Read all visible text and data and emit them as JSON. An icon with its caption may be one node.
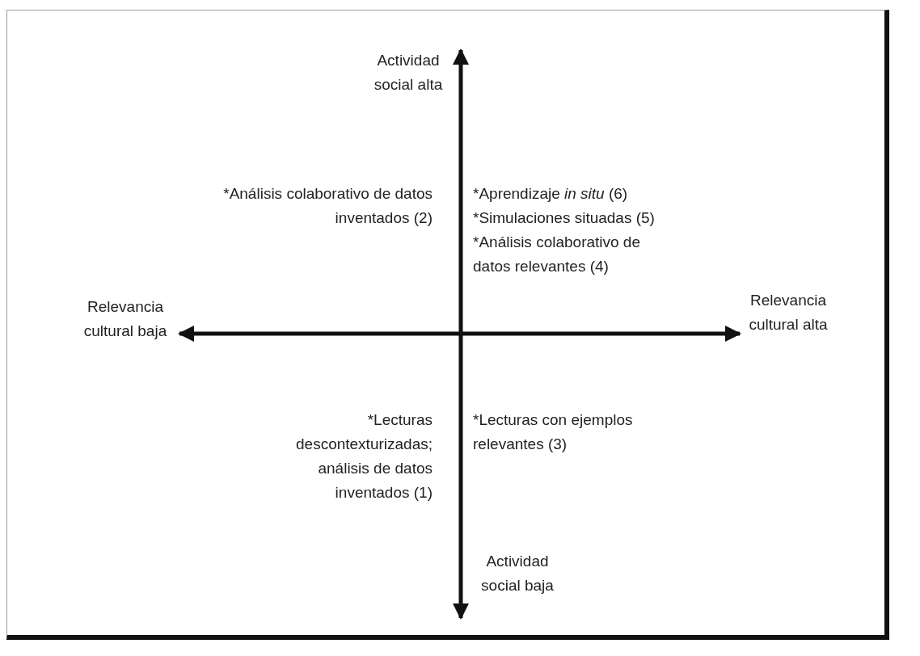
{
  "diagram": {
    "labels": [
      "Actividad social alta",
      "*Análisis colaborativo de datos inventados (2)",
      "*Aprendizaje *in situ* (6)",
      "*Simulaciones situadas (5)",
      "*Análisis colaborativo de datos relevantes (4)",
      "Relevancia cultural baja",
      "Relevancia cultural alta",
      "*Lecturas descontexturizadas; análisis de datos inventados (1)",
      "*Lecturas con ejemplos relevantes (3)",
      "Actividad social baja"
    ]
  }
}
